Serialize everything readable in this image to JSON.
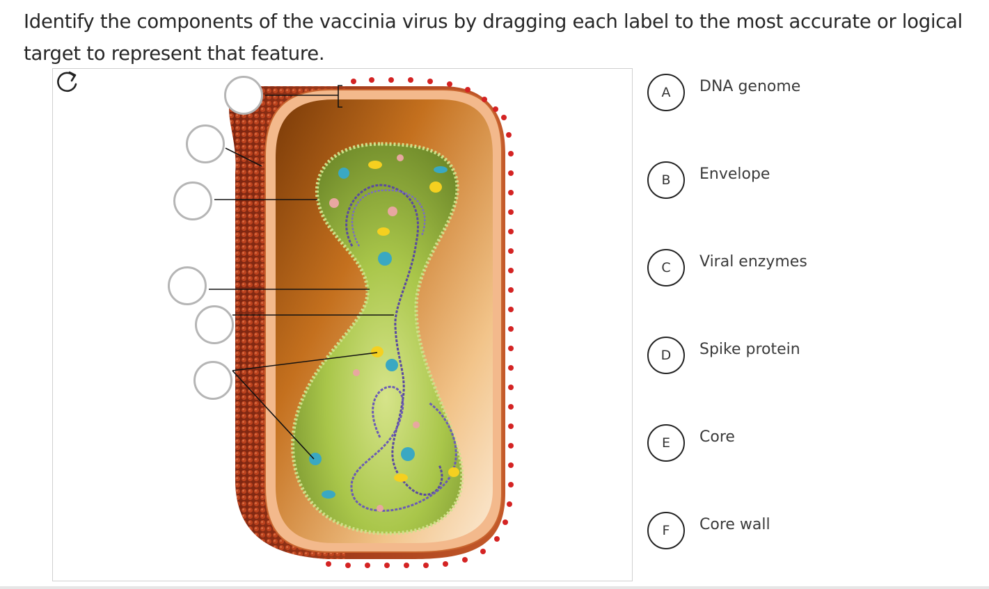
{
  "question": {
    "prompt": "Identify the components of the vaccinia virus by dragging each label to the most accurate or logical target to represent that feature."
  },
  "figure": {
    "targets": [
      "target-1",
      "target-2",
      "target-3",
      "target-4",
      "target-5",
      "target-6"
    ],
    "reset_icon": "reset-arrow-icon"
  },
  "labels": [
    {
      "letter": "A",
      "text": "DNA genome"
    },
    {
      "letter": "B",
      "text": "Envelope"
    },
    {
      "letter": "C",
      "text": "Viral enzymes"
    },
    {
      "letter": "D",
      "text": "Spike protein"
    },
    {
      "letter": "E",
      "text": "Core"
    },
    {
      "letter": "F",
      "text": "Core wall"
    }
  ],
  "colors": {
    "envelope_outer": "#a33a1a",
    "spike_red": "#d42323",
    "core_green": "#9bbf3a",
    "dna_purple": "#5a4aa0",
    "enzyme_yellow": "#f5d020",
    "enzyme_teal": "#3aa8c2"
  }
}
